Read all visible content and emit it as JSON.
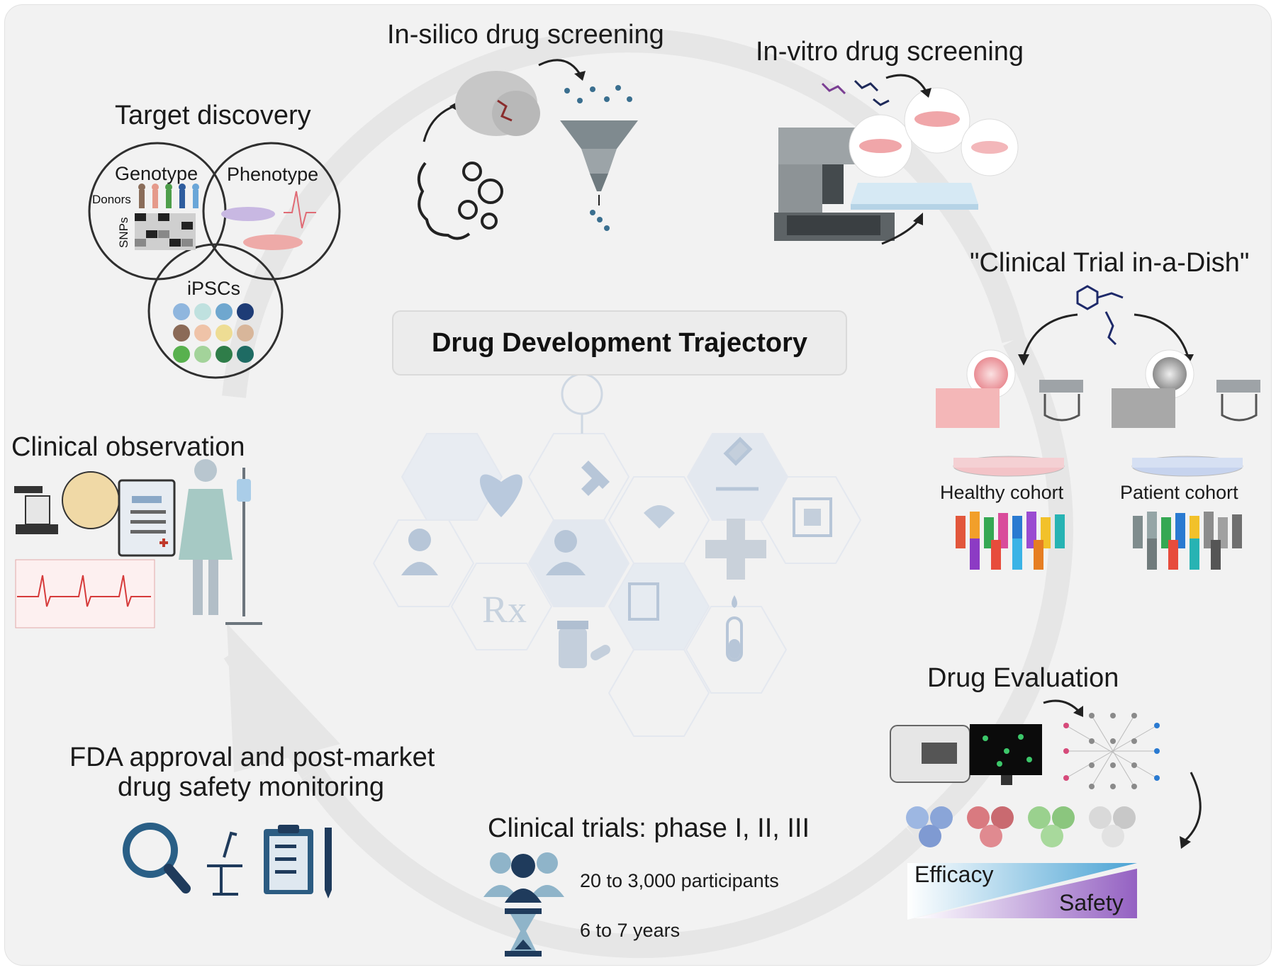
{
  "title": "Drug Development Trajectory",
  "stages": {
    "in_silico": "In-silico drug screening",
    "in_vitro": "In-vitro drug screening",
    "target_discovery": "Target discovery",
    "clinical_trial_dish": "\"Clinical Trial in-a-Dish\"",
    "clinical_observation": "Clinical observation",
    "drug_evaluation": "Drug Evaluation",
    "fda_line1": "FDA approval and post-market",
    "fda_line2": "drug safety monitoring",
    "clinical_trials": "Clinical trials: phase I, II, III"
  },
  "venn": {
    "genotype": "Genotype",
    "phenotype": "Phenotype",
    "ipscs": "iPSCs",
    "donors": "Donors",
    "snps": "SNPs"
  },
  "cohorts": {
    "healthy": "Healthy cohort",
    "patient": "Patient cohort"
  },
  "trials": {
    "participants": "20 to 3,000 participants",
    "years": "6 to 7 years"
  },
  "evaluation": {
    "efficacy": "Efficacy",
    "safety": "Safety"
  },
  "icons": [
    "brain-gears-icon",
    "funnel-icon",
    "robot-dispenser-icon",
    "microscope-icon",
    "clipboard-icon",
    "patient-iv-icon",
    "magnifier-icon",
    "desk-icon",
    "checklist-icon",
    "people-icon",
    "hourglass-icon",
    "heart-icon",
    "rx-icon",
    "plus-icon",
    "test-tube-icon",
    "dropper-icon",
    "pill-bottle-icon",
    "doctor-icon",
    "circuit-icon"
  ],
  "colors": {
    "background": "#f2f2f2",
    "cycle_arrow": "#e3e3e3",
    "healthy_cells": "#f0a9ad",
    "patient_cells": "#9a9a9a",
    "efficacy_blue": "#5aaed6",
    "safety_purple": "#9b6fc4",
    "icon_navy": "#1f3b5c",
    "hexagon_blue": "#b7c6d8"
  }
}
